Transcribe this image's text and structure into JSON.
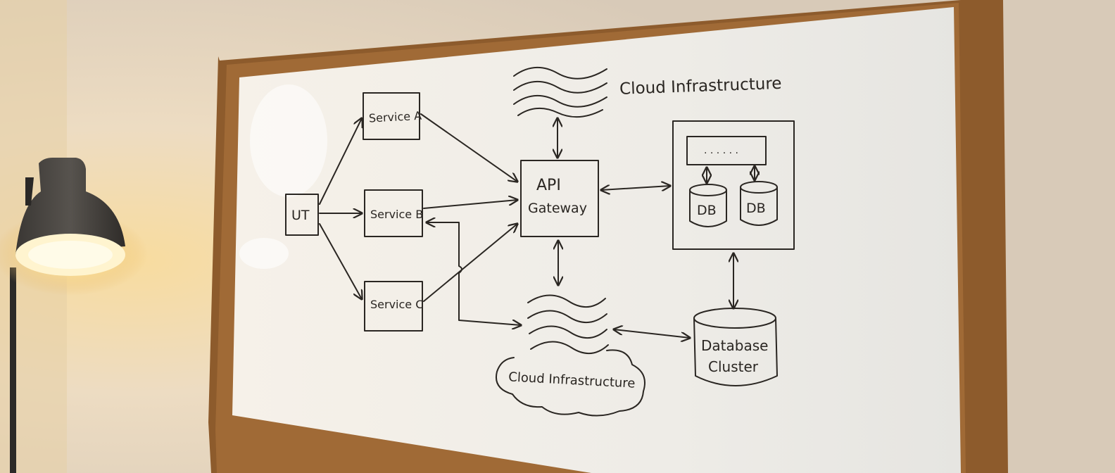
{
  "diagram": {
    "ui_box": "UT",
    "service_a": "Service A",
    "service_b": "Service B",
    "service_c": "Service C",
    "api_gateway_line1": "API",
    "api_gateway_line2": "Gateway",
    "cloud_top_label": "Cloud Infrastructure",
    "cloud_bottom_label": "Cloud Infrastructure",
    "db1": "DB",
    "db2": "DB",
    "db_cluster_line1": "Database",
    "db_cluster_line2": "Cluster",
    "db_panel_dots": ". . . . . ."
  },
  "colors": {
    "wall": "#e9dccb",
    "whiteboard": "#f1efea",
    "frame": "#8b5a2b",
    "marker": "#2a2622",
    "lamp_light": "#f8d98a"
  }
}
